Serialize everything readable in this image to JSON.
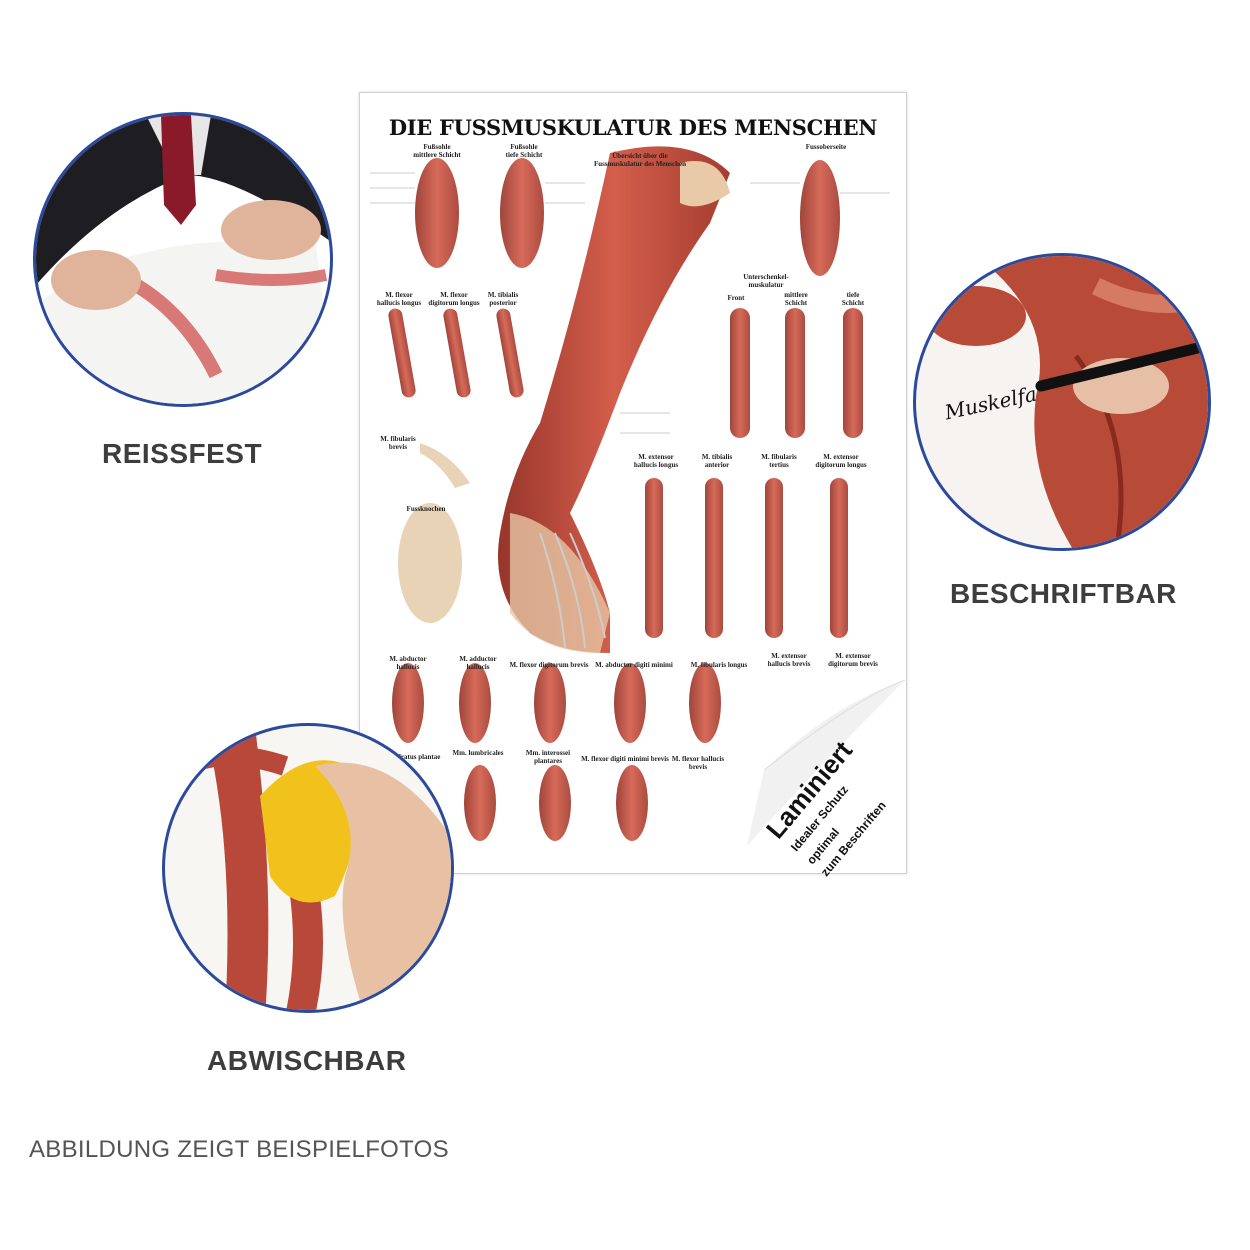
{
  "poster": {
    "title": "DIE FUSSMUSKULATUR DES MENSCHEN",
    "headings": [
      "Fußsohle\nmittlere Schicht",
      "Fußsohle\ntiefe Schicht",
      "Übersicht über die\nFussmuskulatur des Menschen",
      "Fussoberseite",
      "Unterschenkel-\nmuskulatur",
      "Front",
      "mittlere\nSchicht",
      "tiefe\nSchicht",
      "M. flexor\nhallucis longus",
      "M. flexor\ndigitorum longus",
      "M. tibialis\nposterior",
      "M. fibularis\nbrevis",
      "Fussknochen",
      "M. extensor\nhallucis longus",
      "M. tibialis\nanterior",
      "M. fibularis\ntertius",
      "M. extensor\ndigitorum longus",
      "M. abductor\nhallucis",
      "M. adductor\nhallucis",
      "M. flexor digitorum brevis",
      "M. abductor digiti minimi",
      "M. fibularis longus",
      "M. extensor\nhallucis brevis",
      "M. extensor\ndigitorum brevis",
      "M. quadratus plantae",
      "Mm. lumbricales",
      "Mm. interossei\nplantares",
      "M. flexor digiti minimi brevis",
      "M. flexor hallucis brevis"
    ]
  },
  "curl": {
    "main": "Laminiert",
    "line1": "Idealer Schutz",
    "line2": "optimal",
    "line3": "zum Beschriften"
  },
  "features": {
    "tear_proof": "REISSFEST",
    "writable": "BESCHRIFTBAR",
    "wipeable": "ABWISCHBAR",
    "handwriting": "Muskelfa"
  },
  "footnote": "ABBILDUNG ZEIGT BEISPIELFOTOS",
  "colors": {
    "circle_border": "#2b4a9c",
    "muscle": "#c0392b",
    "label": "#3d3d3d"
  }
}
